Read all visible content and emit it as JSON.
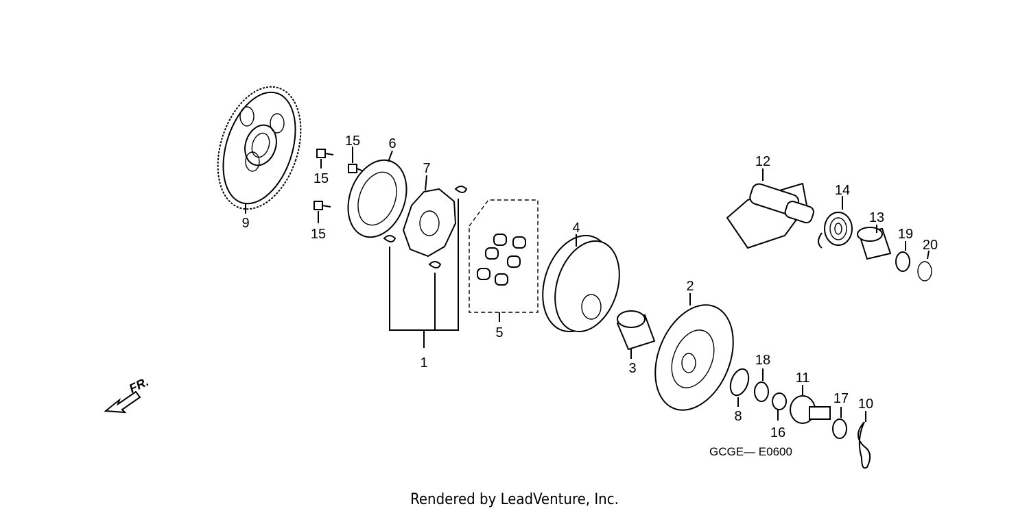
{
  "labels": {
    "p1": "1",
    "p2": "2",
    "p3": "3",
    "p4": "4",
    "p5": "5",
    "p6": "6",
    "p7": "7",
    "p8": "8",
    "p9": "9",
    "p10": "10",
    "p11": "11",
    "p12": "12",
    "p13": "13",
    "p14": "14",
    "p15a": "15",
    "p15b": "15",
    "p15c": "15",
    "p16": "16",
    "p17": "17",
    "p18": "18",
    "p19": "19",
    "p20": "20"
  },
  "diagram_code": "GCGE— E0600",
  "direction_label": "FR.",
  "credit": "Rendered by LeadVenture, Inc."
}
